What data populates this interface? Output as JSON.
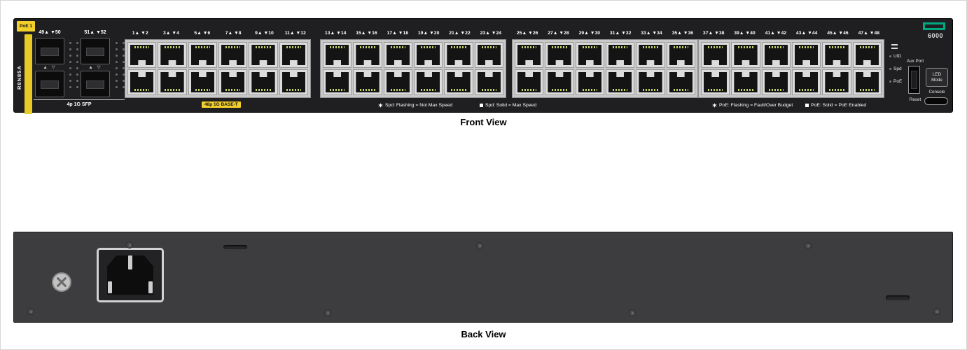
{
  "captions": {
    "front": "Front View",
    "back": "Back View"
  },
  "front_panel": {
    "poe_badge": "PoE 1",
    "model": "R8N85A",
    "series": "6000",
    "sfp_caption": "4p 1G SFP",
    "sfp_port_labels": [
      "49▲ ▼50",
      "51▲ ▼52"
    ],
    "sfp_cage_arrows": "▲ ▽",
    "baset_caption": "48p 1G BASE-T",
    "port_groups": [
      {
        "pairs": [
          "1▲ ▼2",
          "3▲ ▼4",
          "5▲ ▼6",
          "7▲ ▼8",
          "9▲ ▼10",
          "11▲ ▼12"
        ]
      },
      {
        "pairs": [
          "13▲ ▼14",
          "15▲ ▼16",
          "17▲ ▼18",
          "19▲ ▼20",
          "21▲ ▼22",
          "23▲ ▼24"
        ]
      },
      {
        "pairs": [
          "25▲ ▼26",
          "27▲ ▼28",
          "29▲ ▼30",
          "31▲ ▼32",
          "33▲ ▼34",
          "35▲ ▼36"
        ]
      },
      {
        "pairs": [
          "37▲ ▼38",
          "39▲ ▼40",
          "41▲ ▼42",
          "43▲ ▼44",
          "45▲ ▼46",
          "47▲ ▼48"
        ]
      }
    ],
    "legends": [
      {
        "style": "flashing",
        "text": "Spd: Flashing = Not Max Speed"
      },
      {
        "style": "solid",
        "text": "Spd: Solid = Max Speed"
      },
      {
        "style": "flashing",
        "text": "PoE: Flashing = Fault/Over Budget"
      },
      {
        "style": "solid",
        "text": "PoE: Solid = PoE Enabled"
      }
    ],
    "indicators": [
      "UID",
      "Spd",
      "PoE"
    ],
    "controls": {
      "aux_port": "Aux Port",
      "led_mode": "LED Mode",
      "reset": "Reset",
      "console": "Console"
    }
  },
  "colors": {
    "accent_green": "#01A982",
    "label_yellow": "#F2CF2A"
  }
}
